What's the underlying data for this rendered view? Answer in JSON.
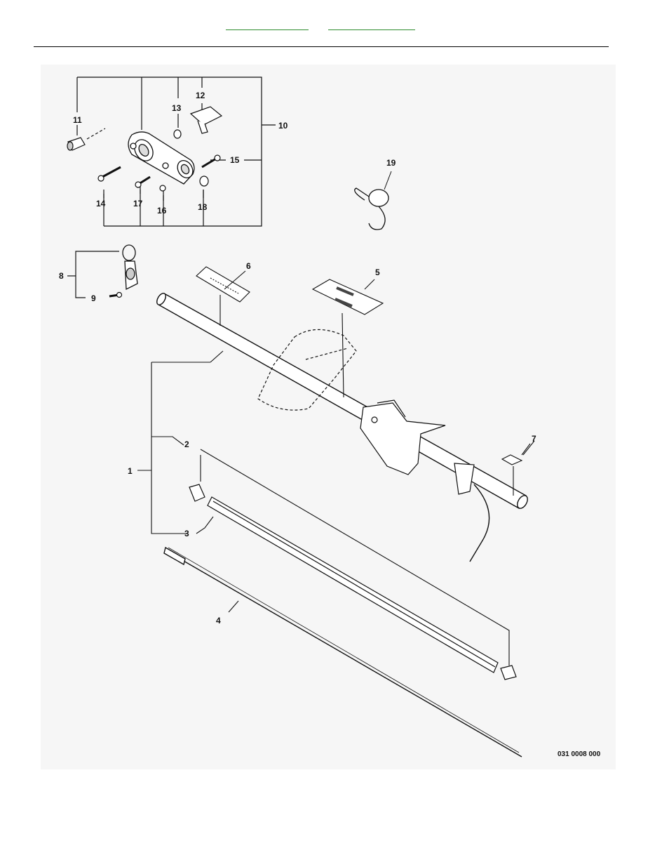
{
  "header": {
    "link_1": "",
    "link_2": ""
  },
  "diagram": {
    "callouts": {
      "c1": "1",
      "c2": "2",
      "c3": "3",
      "c4": "4",
      "c5": "5",
      "c6": "6",
      "c7": "7",
      "c8": "8",
      "c9": "9",
      "c10": "10",
      "c11": "11",
      "c12": "12",
      "c13": "13",
      "c14": "14",
      "c15": "15",
      "c16": "16",
      "c17": "17",
      "c18": "18",
      "c19": "19"
    },
    "part_code": "031 0008 000"
  }
}
